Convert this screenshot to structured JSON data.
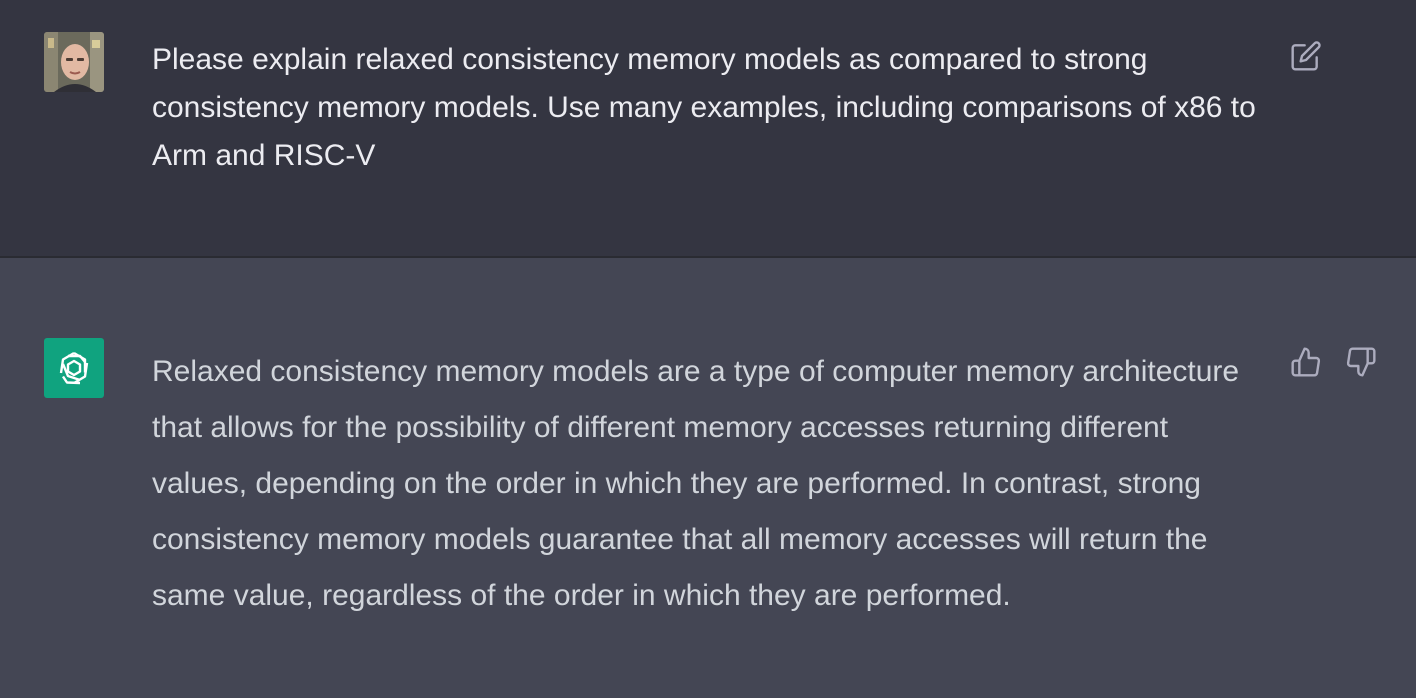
{
  "user_message": {
    "avatar": "user-photo-avatar",
    "text": "Please explain relaxed consistency memory models as compared to strong consistency memory models. Use many examples, including comparisons of x86 to Arm and RISC-V",
    "edit_icon": "edit-icon"
  },
  "assistant_message": {
    "avatar": "openai-logo-icon",
    "text": "Relaxed consistency memory models are a type of computer memory architecture that allows for the possibility of different memory accesses returning different values, depending on the order in which they are performed. In contrast, strong consistency memory models guarantee that all memory accesses will return the same value, regardless of the order in which they are performed.",
    "feedback_icons": [
      "thumbs-up-icon",
      "thumbs-down-icon"
    ]
  },
  "colors": {
    "user_row_bg": "#343541",
    "assistant_row_bg": "#444654",
    "assistant_avatar_bg": "#10a37f",
    "text": "#ececf1",
    "icon": "#acacbe"
  }
}
